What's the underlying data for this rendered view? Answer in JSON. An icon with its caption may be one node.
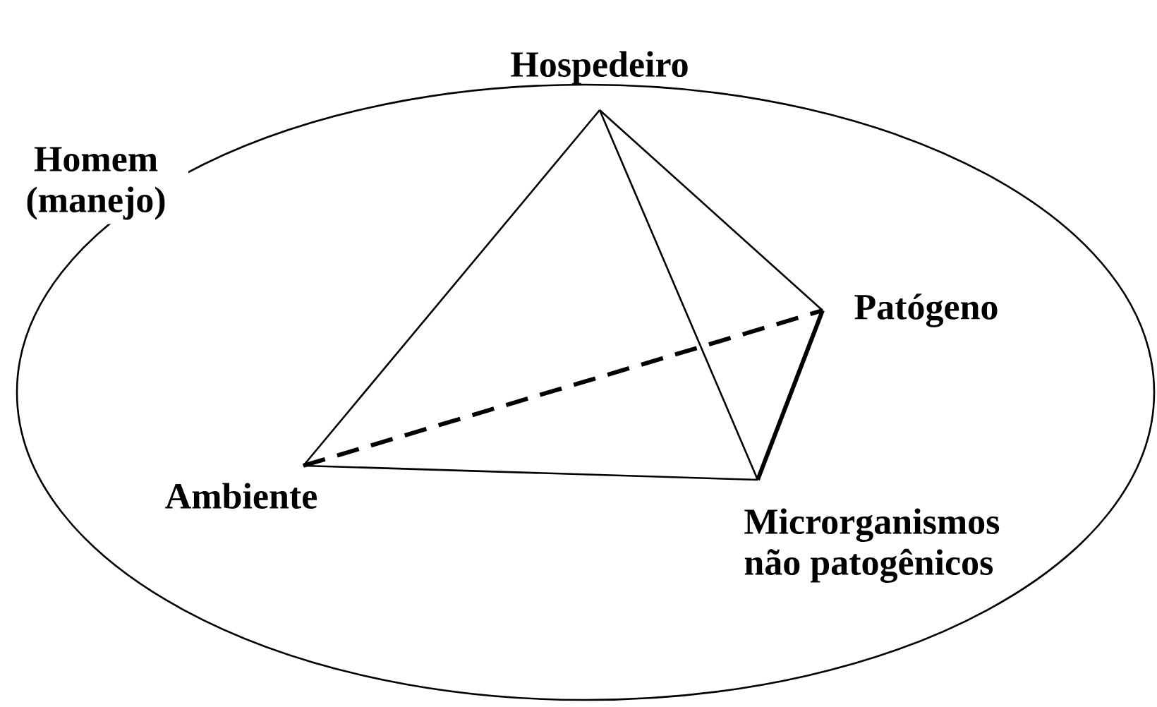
{
  "diagram": {
    "nodes": [
      {
        "text": [
          "Homem (manejo)"
        ]
      },
      {
        "text": [
          "Hospedeiro"
        ]
      },
      {
        "text": [
          "Patógeno"
        ],
        "in": 0
      },
      {
        "text": [
          "Ambiente"
        ],
        "in": 0
      },
      {
        "text": [
          "Microrganismos não patogênicos"
        ],
        "in": 0
      }
    ],
    "edges": [
      {
        "from": 1,
        "to": 3,
        "arrow": "none"
      },
      {
        "from": 1,
        "to": 2,
        "arrow": "none"
      },
      {
        "from": 1,
        "to": 4,
        "arrow": "none"
      },
      {
        "from": 3,
        "to": 2,
        "arrow": "none",
        "style": "dashed"
      },
      {
        "from": 3,
        "to": 4,
        "arrow": "none"
      },
      {
        "from": 2,
        "to": 4,
        "arrow": "none",
        "style": "thick"
      }
    ]
  }
}
